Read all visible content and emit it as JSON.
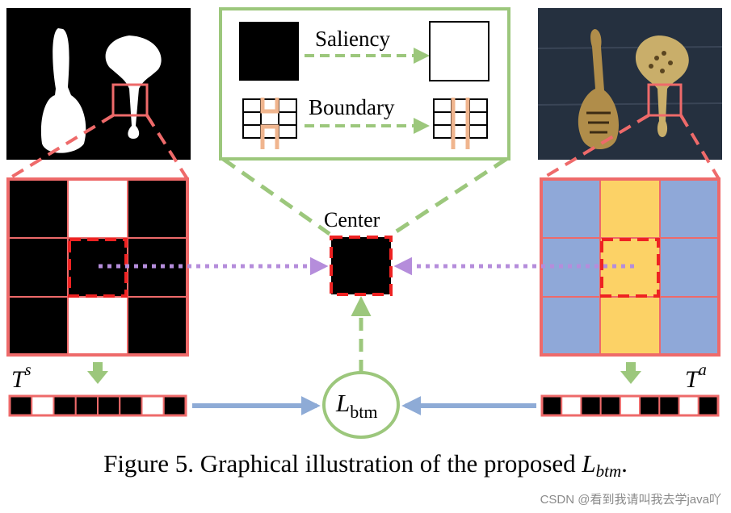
{
  "legend_box": {
    "saliency_label": "Saliency",
    "boundary_label": "Boundary"
  },
  "center_label": "Center",
  "token_s": {
    "base": "T",
    "sup": "s",
    "pattern": [
      1,
      0,
      1,
      1,
      1,
      1,
      0,
      1
    ]
  },
  "token_a": {
    "base": "T",
    "sup": "a",
    "pattern": [
      1,
      0,
      1,
      1,
      0,
      1,
      1,
      0,
      1
    ]
  },
  "loss": {
    "base": "L",
    "sub": "btm"
  },
  "caption": {
    "prefix": "Figure 5. Graphical illustration of the proposed ",
    "symbol": "L",
    "symbol_sub": "btm",
    "suffix": "."
  },
  "watermark": "CSDN @看到我请叫我去学java吖",
  "colors": {
    "red": "#ee6a6a",
    "dash_red": "#ee2222",
    "green": "#9cc77c",
    "purple": "#b58ddb",
    "blue": "#8eabd6",
    "tile_blue": "#8fa8d8",
    "tile_yellow": "#fcd266",
    "peach": "#f0b58e"
  }
}
